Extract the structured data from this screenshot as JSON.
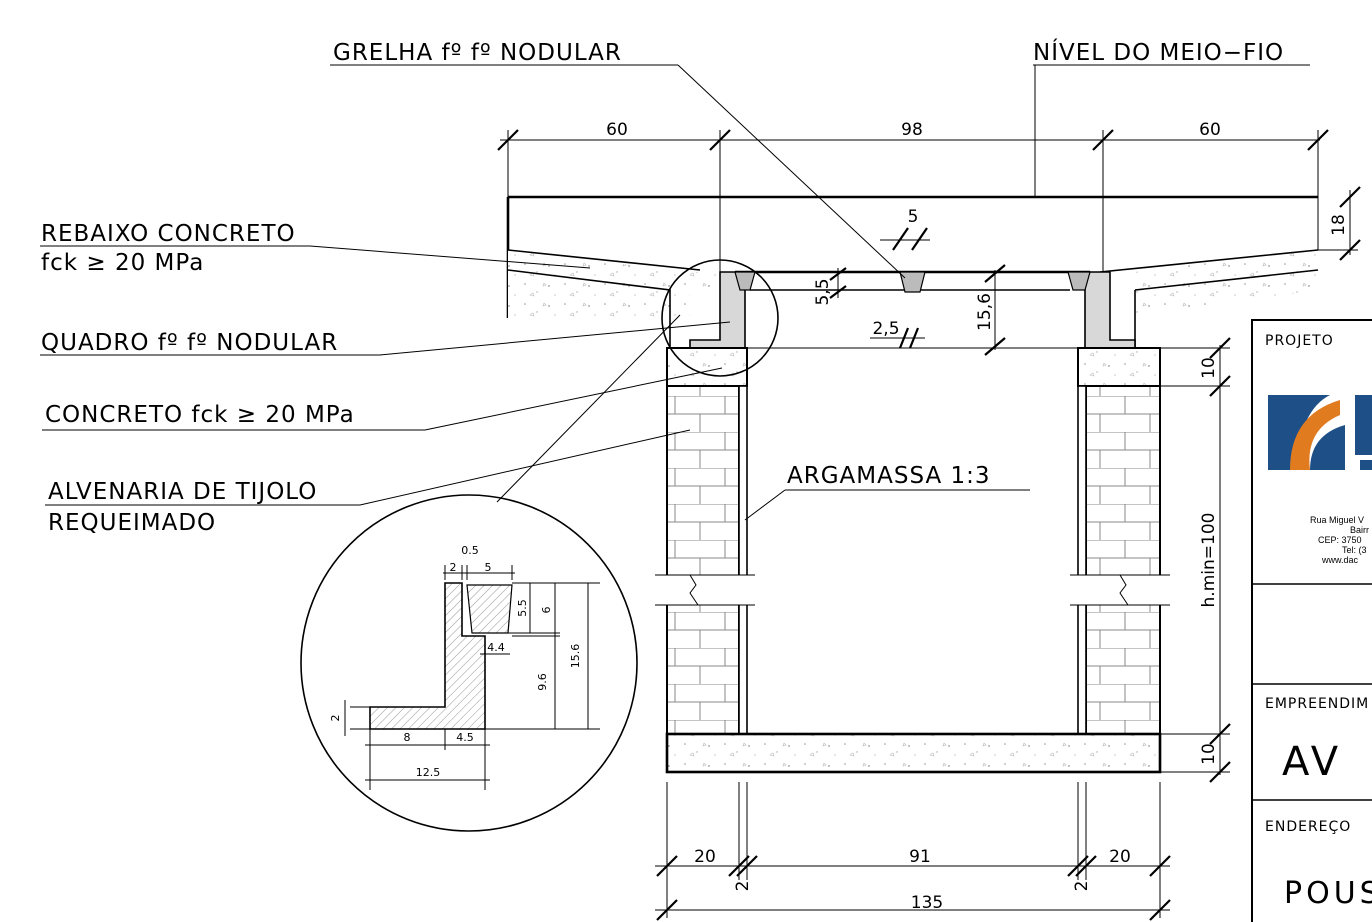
{
  "labels": {
    "grelha": "GRELHA fº fº  NODULAR",
    "nivel": "NÍVEL DO MEIO−FIO",
    "rebaixo_1": "REBAIXO  CONCRETO",
    "rebaixo_2": "fck  ≥  20  MPa",
    "quadro": "QUADRO  fº fº  NODULAR",
    "concreto": "CONCRETO  fck  ≥  20  MPa",
    "alvenaria_1": "ALVENARIA  DE  TIJOLO",
    "alvenaria_2": "REQUEIMADO",
    "argamassa": "ARGAMASSA  1:3"
  },
  "dimensions": {
    "top_left": "60",
    "top_mid": "98",
    "top_right": "60",
    "slab": "18",
    "grate_width": "5",
    "grate_depth": "5,5",
    "gap": "2,5",
    "frame_depth": "15,6",
    "cap_top": "10",
    "h_min": "h.min=100",
    "cap_bottom": "10",
    "wall_left": "20",
    "inner": "91",
    "wall_right": "20",
    "mortar_left": "2",
    "mortar_right": "2",
    "total": "135"
  },
  "detail": {
    "d05": "0.5",
    "d2": "2",
    "d5": "5",
    "d55": "5.5",
    "d6": "6",
    "d156": "15.6",
    "d44": "4.4",
    "d96": "9.6",
    "d2b": "2",
    "d8": "8",
    "d45": "4.5",
    "d125": "12.5"
  },
  "title_block": {
    "projeto": "PROJETO",
    "address_1": "Rua Miguel V",
    "address_2": "Bairr",
    "address_3": "CEP: 3750",
    "address_4": "Tel: (3",
    "address_5": "www.dac",
    "empreendimento": "EMPREENDIM",
    "emp_value": "AV",
    "endereco": "ENDEREÇO",
    "end_value": "POUS"
  },
  "colors": {
    "line": "#000000",
    "logo_blue": "#1f4f87",
    "logo_orange": "#e07b1f"
  }
}
